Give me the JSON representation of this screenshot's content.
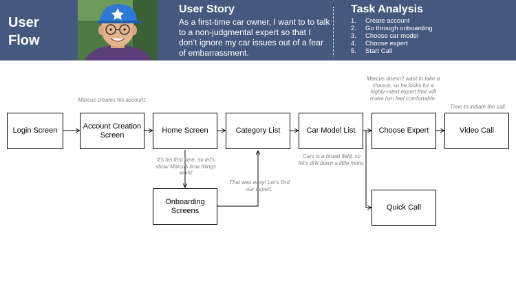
{
  "header": {
    "title_lines": [
      "User",
      "Flow"
    ],
    "story_title": "User Story",
    "story_text": "As a first-time car owner, I want to to talk to a non-judgmental expert so that I don’t ignore my car issues out of a fear of embarrassment.",
    "task_title": "Task Analysis",
    "tasks": [
      {
        "num": "1.",
        "label": "Create account"
      },
      {
        "num": "2.",
        "label": "Go through onboarding"
      },
      {
        "num": "3.",
        "label": "Choose car model"
      },
      {
        "num": "4.",
        "label": "Choose expert"
      },
      {
        "num": "5.",
        "label": "Start Call"
      }
    ],
    "colors": {
      "banner": "#45597f",
      "cap": "#2f79d6"
    }
  },
  "flow": {
    "boxes": {
      "login": "Login Screen",
      "account": "Account Creation Screen",
      "home": "Home Screen",
      "onboarding": "Onboarding Screens",
      "category": "Category List",
      "car_model": "Car Model List",
      "choose_expert": "Choose Expert",
      "video": "Video Call",
      "quick": "Quick Call"
    },
    "notes": {
      "account": "Marcus creates his account.",
      "home": "It’s his first time, so let’s show Marcus how things work!",
      "easy": "That was easy! Let’s find our expert.",
      "car": "Cars is a broad field, so let’s drill down a little more.",
      "expert": "Marcus doesn’t want to take a chance, so he looks for a highly-rated expert that will make him feel comfortable.",
      "video": "Time to initiate the call."
    }
  }
}
